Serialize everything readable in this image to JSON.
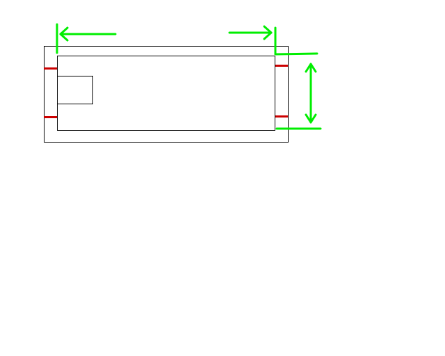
{
  "diagram": {
    "colors": {
      "background": "#ffffff",
      "outline": "#000000",
      "marker": "#cc0000",
      "annotation": "#00ee00"
    },
    "elements": [
      {
        "name": "outer-rectangle",
        "kind": "rect",
        "role": "outline"
      },
      {
        "name": "inner-rectangle",
        "kind": "rect",
        "role": "outline"
      },
      {
        "name": "small-rectangle",
        "kind": "rect",
        "role": "outline"
      },
      {
        "name": "left-top-red-marker",
        "kind": "marker"
      },
      {
        "name": "left-bottom-red-marker",
        "kind": "marker"
      },
      {
        "name": "right-top-red-marker",
        "kind": "marker"
      },
      {
        "name": "right-bottom-red-marker",
        "kind": "marker"
      },
      {
        "name": "left-width-arrow",
        "kind": "arrow-left"
      },
      {
        "name": "right-width-arrow",
        "kind": "arrow-right"
      },
      {
        "name": "height-arrow",
        "kind": "arrow-vertical"
      }
    ]
  }
}
